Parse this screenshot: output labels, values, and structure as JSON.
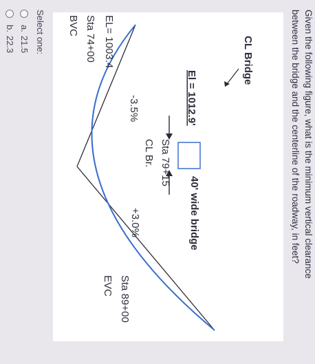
{
  "question": {
    "line1": "Given the following figure, what is the minimum vertical clearance",
    "line2": "between the bridge and the centerline of the roadway, in feet?"
  },
  "figure": {
    "cl_bridge": "CL Bridge",
    "bridge_width": "40' wide bridge",
    "elevation": "El = 1012.9'",
    "bvc_title": "BVC",
    "bvc_sta": "Sta 74+00",
    "bvc_el": "EL= 1003.4",
    "cl_br": "CL Br.",
    "cl_br_sta": "Sta 79+15",
    "grade_in": "-3.5%",
    "grade_out": "+3.0%",
    "evc_title": "EVC",
    "evc_sta": "Sta 89+00",
    "colors": {
      "curve": "#3b6fd0",
      "lines": "#2b2b38"
    }
  },
  "answer": {
    "select_label": "Select one:",
    "options": [
      {
        "letter": "a.",
        "value": "21.5"
      },
      {
        "letter": "b.",
        "value": "22.3"
      }
    ]
  }
}
